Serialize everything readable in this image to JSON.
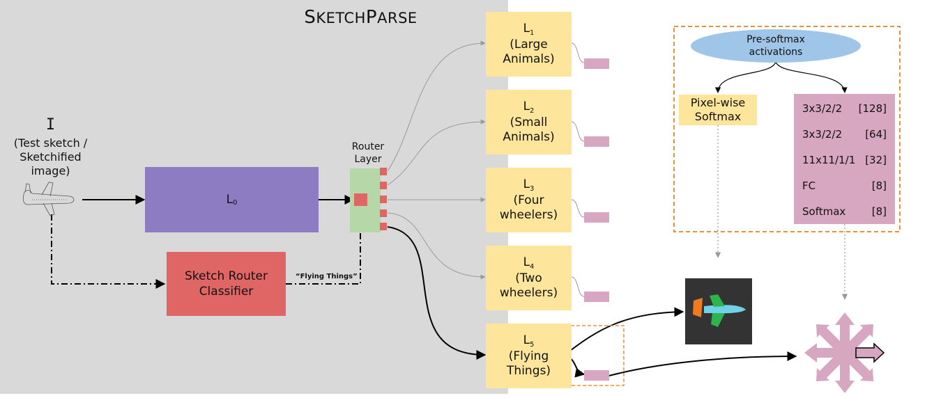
{
  "title_main": "S",
  "title_small1": "KETCH",
  "title_main2": "P",
  "title_small2": "ARSE",
  "input": {
    "glyph": "I",
    "caption_line1": "(Test sketch /",
    "caption_line2": "Sketchified image)"
  },
  "l0": {
    "letter": "L",
    "sub": "0"
  },
  "router_classifier": {
    "line1": "Sketch Router",
    "line2": "Classifier",
    "output_label": "“Flying Things”"
  },
  "router_layer": {
    "line1": "Router",
    "line2": "Layer"
  },
  "branches": [
    {
      "letter": "L",
      "sub": "1",
      "line1": "(Large",
      "line2": "Animals)"
    },
    {
      "letter": "L",
      "sub": "2",
      "line1": "(Small",
      "line2": "Animals)"
    },
    {
      "letter": "L",
      "sub": "3",
      "line1": "(Four",
      "line2": "wheelers)"
    },
    {
      "letter": "L",
      "sub": "4",
      "line1": "(Two",
      "line2": "wheelers)"
    },
    {
      "letter": "L",
      "sub": "5",
      "line1": "(Flying",
      "line2": "Things)"
    }
  ],
  "detail": {
    "presoftmax_line1": "Pre-softmax",
    "presoftmax_line2": "activations",
    "pixelwise_line1": "Pixel-wise",
    "pixelwise_line2": "Softmax",
    "layers": [
      {
        "name": "3x3/2/2",
        "size": "[128]"
      },
      {
        "name": "3x3/2/2",
        "size": "[64]"
      },
      {
        "name": "11x11/1/1",
        "size": "[32]"
      },
      {
        "name": "FC",
        "size": "[8]"
      },
      {
        "name": "Softmax",
        "size": "[8]"
      }
    ]
  },
  "colors": {
    "panel": "#d9d9d9",
    "l0": "#8e7cc3",
    "classifier": "#e06666",
    "branch": "#fde59b",
    "router": "#b6d7a8",
    "output": "#d7a6c1",
    "ellipse": "#9fc5e8",
    "dashed_frame": "#e69138"
  }
}
